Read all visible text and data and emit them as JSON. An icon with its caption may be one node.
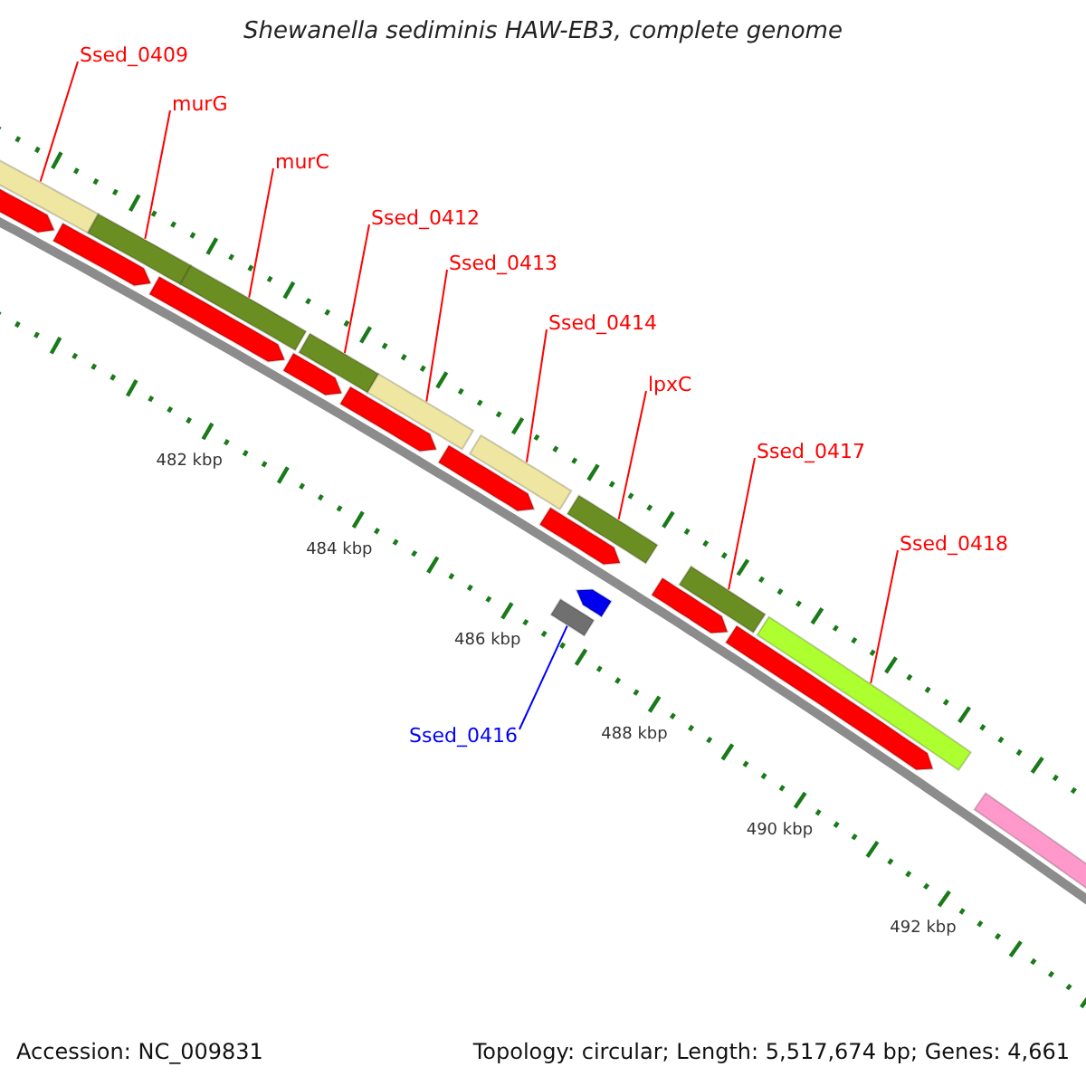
{
  "diagram": {
    "title": "Shewanella sediminis HAW-EB3, complete genome",
    "nodes": [
      {
        "text": [
          "Ssed_0409"
        ]
      },
      {
        "text": [
          "murG"
        ]
      },
      {
        "text": [
          "murC"
        ]
      },
      {
        "text": [
          "Ssed_0412"
        ]
      },
      {
        "text": [
          "Ssed_0413"
        ]
      },
      {
        "text": [
          "Ssed_0414"
        ]
      },
      {
        "text": [
          "lpxC"
        ]
      },
      {
        "text": [
          "Ssed_0417"
        ]
      },
      {
        "text": [
          "Ssed_0418"
        ]
      },
      {
        "text": [
          "Ssed_0416"
        ]
      },
      {
        "text": [],
        "shape": "bar"
      },
      {
        "text": [],
        "shape": "bar"
      },
      {
        "text": [],
        "shape": "bar"
      },
      {
        "text": [],
        "shape": "bar"
      },
      {
        "text": [],
        "shape": "bar"
      },
      {
        "text": [],
        "shape": "bar"
      },
      {
        "text": [],
        "shape": "bar"
      },
      {
        "text": [],
        "shape": "bar"
      },
      {
        "text": [],
        "shape": "bar"
      },
      {
        "text": [],
        "shape": "arrow"
      },
      {
        "text": [],
        "shape": "arrow"
      },
      {
        "text": [],
        "shape": "arrow"
      },
      {
        "text": [],
        "shape": "arrow"
      },
      {
        "text": [],
        "shape": "arrow"
      },
      {
        "text": [],
        "shape": "arrow"
      },
      {
        "text": [],
        "shape": "arrow"
      },
      {
        "text": [],
        "shape": "arrow"
      },
      {
        "text": [],
        "shape": "arrow"
      },
      {
        "text": [],
        "shape": "arrow"
      },
      {
        "text": [],
        "shape": "arrow"
      },
      {
        "text": [],
        "shape": "bar"
      }
    ],
    "edges": [
      {
        "from": 0,
        "to": 10,
        "arrow": "none"
      },
      {
        "from": 1,
        "to": 11,
        "arrow": "none"
      },
      {
        "from": 2,
        "to": 12,
        "arrow": "none"
      },
      {
        "from": 3,
        "to": 13,
        "arrow": "none"
      },
      {
        "from": 4,
        "to": 14,
        "arrow": "none"
      },
      {
        "from": 5,
        "to": 15,
        "arrow": "none"
      },
      {
        "from": 6,
        "to": 16,
        "arrow": "none"
      },
      {
        "from": 7,
        "to": 17,
        "arrow": "none"
      },
      {
        "from": 8,
        "to": 18,
        "arrow": "none"
      },
      {
        "from": 9,
        "to": 30,
        "arrow": "none",
        "color": "#0000ff"
      }
    ],
    "labels": [
      "482 kbp",
      "484 kbp",
      "486 kbp",
      "488 kbp",
      "490 kbp",
      "492 kbp",
      "Accession: NC_009831",
      "Topology: circular; Length: 5,517,674 bp; Genes: 4,661"
    ]
  }
}
